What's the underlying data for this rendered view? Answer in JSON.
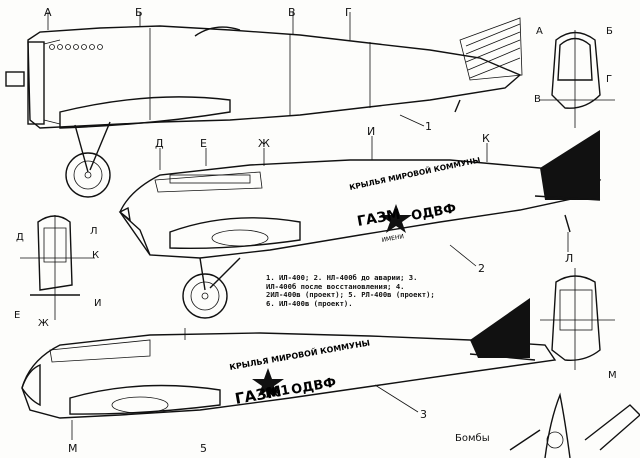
{
  "view_labels": {
    "side_view_1": [
      "А",
      "Б",
      "В",
      "Г"
    ],
    "side_view_2": [
      "Д",
      "Е",
      "Ж",
      "И",
      "К"
    ],
    "front_view_top": [
      "А",
      "Б",
      "Г",
      "В"
    ],
    "front_view_left": [
      "Д",
      "Л",
      "К",
      "Ж",
      "Е",
      "И"
    ],
    "front_view_right": [
      "М"
    ],
    "bottom_left": [
      "М"
    ],
    "view_L": [
      "Л"
    ]
  },
  "callouts": {
    "one": "1",
    "two": "2",
    "three": "3",
    "five": "5"
  },
  "caption": "1. ИЛ-400; 2. НЛ-400б до аварии; 3. ИЛ-400б после восстановления; 4. 2ИЛ-400в (проект); 5. РЛ-400в (проект); 6. ИЛ-400в (проект).",
  "fuselage_lettering": {
    "line_top": "КРЫЛЬЯ МИРОВОЙ КОММУНЫ",
    "line_main": "ГАЗМ",
    "line_main_right": "ОДВФ",
    "line_number": "№1",
    "line_small": "ИМЕНИ"
  },
  "bombs_label": "Бомбы",
  "colors": {
    "ink": "#111111",
    "paper": "#fdfdfb"
  }
}
